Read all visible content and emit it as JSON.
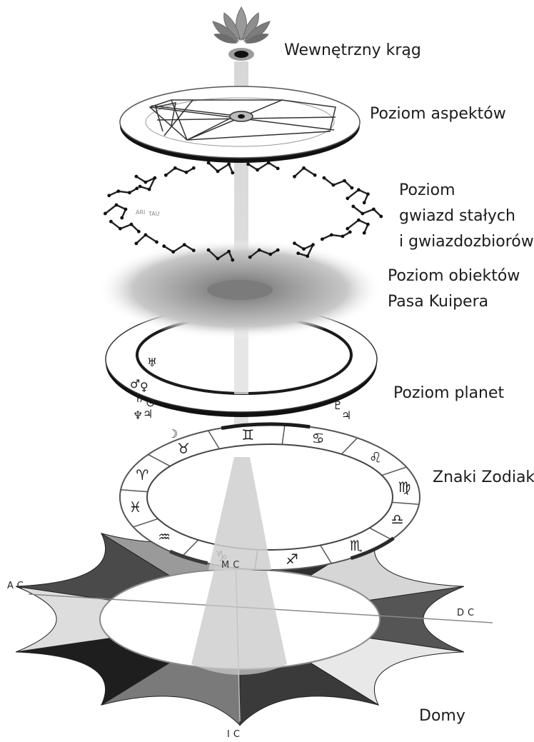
{
  "layers": {
    "inner_circle": "Wewnętrzny krąg",
    "aspects": "Poziom aspektów",
    "fixed_stars": [
      "Poziom",
      "gwiazd stałych",
      "i gwiazdozbiorów"
    ],
    "kuiper": [
      "Poziom obiektów",
      "Pasa Kuipera"
    ],
    "planets": "Poziom planet",
    "zodiac": "Znaki Zodiaku",
    "houses": "Domy"
  },
  "angles": {
    "mc": "MC",
    "ac": "AC",
    "dc": "DC",
    "ic": "IC"
  },
  "constellation_labels": [
    "ARI",
    "TAU"
  ],
  "planet_glyphs": [
    "♅",
    "♂",
    "♀",
    "♄",
    "⊙",
    "♃",
    "♆",
    "☽",
    "♇",
    "♃"
  ],
  "zodiac_glyphs": [
    "♋",
    "♌",
    "♍",
    "♎",
    "♏",
    "♐",
    "♑",
    "♒",
    "♓",
    "♈",
    "♉",
    "♊"
  ],
  "colors": {
    "ink": "#1c1c1c",
    "beam": "#d9d9d9",
    "cone": "#c4c4c4",
    "dark": "#2b2b2b"
  }
}
